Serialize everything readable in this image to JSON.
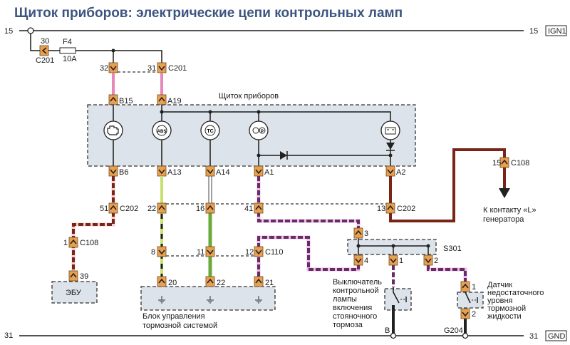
{
  "title": "Щиток приборов: электрические цепи контрольных ламп",
  "rails": {
    "top_left": "15",
    "top_right": "15",
    "top_tag": "IGN1",
    "bottom_left": "31",
    "bottom_right": "31",
    "bottom_tag": "GND"
  },
  "fuse": {
    "name": "F4",
    "rating": "10A"
  },
  "connectors": {
    "c201_30": "30",
    "c201_a": "C201",
    "c201_32": "32",
    "c201_31": "31",
    "c201_b": "C201",
    "b15": "B15",
    "a19": "A19",
    "b6": "B6",
    "a13": "A13",
    "a14": "A14",
    "a1": "A1",
    "a2": "A2",
    "c202_51": "51",
    "c202_a": "C202",
    "c202_22": "22",
    "c202_16": "16",
    "c202_41": "41",
    "c202_13": "13",
    "c202_b": "C202",
    "c108_1": "1",
    "c108_a": "C108",
    "c108_15": "15",
    "c108_b": "C108",
    "ecu_39": "39",
    "c110_8": "8",
    "c110_11": "11",
    "c110_12": "12",
    "c110": "C110",
    "bcm_20": "20",
    "bcm_22": "22",
    "bcm_21": "21",
    "s301_3": "3",
    "s301_4": "4",
    "s301_1": "1",
    "s301_2": "2",
    "s301": "S301",
    "sensor_1": "1",
    "sensor_2": "2",
    "ground_b": "B",
    "ground_g204": "G204"
  },
  "components": {
    "cluster": "Щиток приборов",
    "ecu": "ЭБУ",
    "bcm_l1": "Блок управления",
    "bcm_l2": "тормозной системой",
    "generator_l1": "К контакту «L»",
    "generator_l2": "генератора",
    "switch_lines": [
      "Выключатель",
      "контрольной",
      "лампы",
      "включения",
      "стояночного",
      "тормоза"
    ],
    "sensor_lines": [
      "Датчик",
      "недостаточного",
      "уровня",
      "тормозной",
      "жидкости"
    ]
  },
  "lamps": [
    "check-engine-icon",
    "abs-icon",
    "traction-control-icon",
    "brake-parking-icon",
    "battery-icon"
  ],
  "lamp_text": {
    "abs": "ABS",
    "tc": "TC",
    "p": "P"
  },
  "colors": {
    "pink": "#e888b8",
    "light_green": "#c8e070",
    "green": "#6aaa3a",
    "purple": "#6a2a6a",
    "brown": "#7a2418",
    "connector": "#e8a050",
    "panel": "#dde3ea"
  }
}
